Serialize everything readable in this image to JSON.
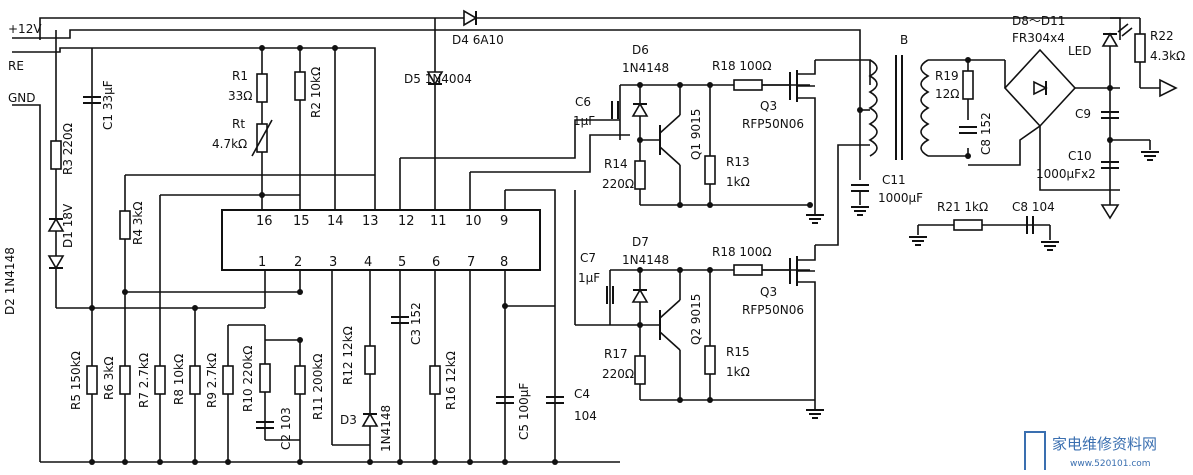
{
  "supply": {
    "v12": "+12V",
    "re": "RE",
    "gnd": "GND"
  },
  "ic": {
    "pins_top": [
      "16",
      "15",
      "14",
      "13",
      "12",
      "11",
      "10",
      "9"
    ],
    "pins_bottom": [
      "1",
      "2",
      "3",
      "4",
      "5",
      "6",
      "7",
      "8"
    ]
  },
  "labels": {
    "D4": "D4  6A10",
    "D5": "D5  1N4004",
    "R1": "R1",
    "R1v": "33Ω",
    "Rt": "Rt",
    "Rtv": "4.7kΩ",
    "R2": "R2  10kΩ",
    "C1": "C1  33μF",
    "R3": "R3  220Ω",
    "D1": "D1  18V",
    "D2": "D2  1N4148",
    "R4": "R4  3kΩ",
    "R5": "R5  150kΩ",
    "R6": "R6  3kΩ",
    "R7": "R7  2.7kΩ",
    "R8": "R8  10kΩ",
    "R9": "R9  2.7kΩ",
    "R10": "R10  220kΩ",
    "C2": "C2  103",
    "R11": "R11  200kΩ",
    "R12": "R12  12kΩ",
    "D3": "D3",
    "D3v": "1N4148",
    "C3": "C3  152",
    "R16": "R16  12kΩ",
    "C5": "C5  100μF",
    "C4": "C4",
    "C4v": "104",
    "D6": "D6",
    "D6v": "1N4148",
    "C6": "C6",
    "C6v": "1μF",
    "R18a": "R18  100Ω",
    "Q3a": "Q3",
    "Q3av": "RFP50N06",
    "Q1": "Q1  9015",
    "R14": "R14",
    "R14v": "220Ω",
    "R13": "R13",
    "R13v": "1kΩ",
    "D7": "D7",
    "D7v": "1N4148",
    "C7": "C7",
    "C7v": "1μF",
    "R18b": "R18  100Ω",
    "Q3b": "Q3",
    "Q3bv": "RFP50N06",
    "Q2": "Q2  9015",
    "R17": "R17",
    "R17v": "220Ω",
    "R15": "R15",
    "R15v": "1kΩ",
    "B": "B",
    "R19": "R19",
    "R19v": "12Ω",
    "C8a": "C8  152",
    "C11": "C11",
    "C11v": "1000μF",
    "D8": "D8～D11",
    "D8v": "FR304x4",
    "LED": "LED",
    "R22": "R22",
    "R22v": "4.3kΩ",
    "C9": "C9",
    "C10": "C10",
    "C10v": "1000μFx2",
    "R21": "R21  1kΩ",
    "C8b": "C8  104"
  },
  "watermark": {
    "text": "家电维修资料网",
    "url": "www.520101.com"
  }
}
